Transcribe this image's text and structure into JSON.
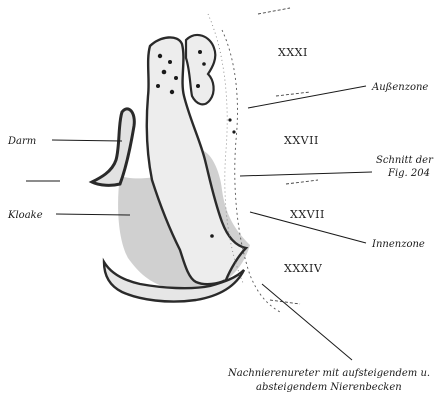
{
  "labels": {
    "darm": "Darm",
    "kloake": "Kloake",
    "aussenzone": "Außenzone",
    "schnitt_line1": "Schnitt der",
    "schnitt_line2": "Fig. 204",
    "innenzone": "Innenzone",
    "caption_line1": "Nachnierenureter mit aufsteigendem u.",
    "caption_line2": "absteigendem Nierenbecken"
  },
  "segments": [
    "XXXI",
    "XXVII",
    "XXVII",
    "XXXIV"
  ],
  "colors": {
    "ink": "#1a1a1a",
    "tissue": "#c8c8c8",
    "epithelium": "#2a2a2a"
  }
}
